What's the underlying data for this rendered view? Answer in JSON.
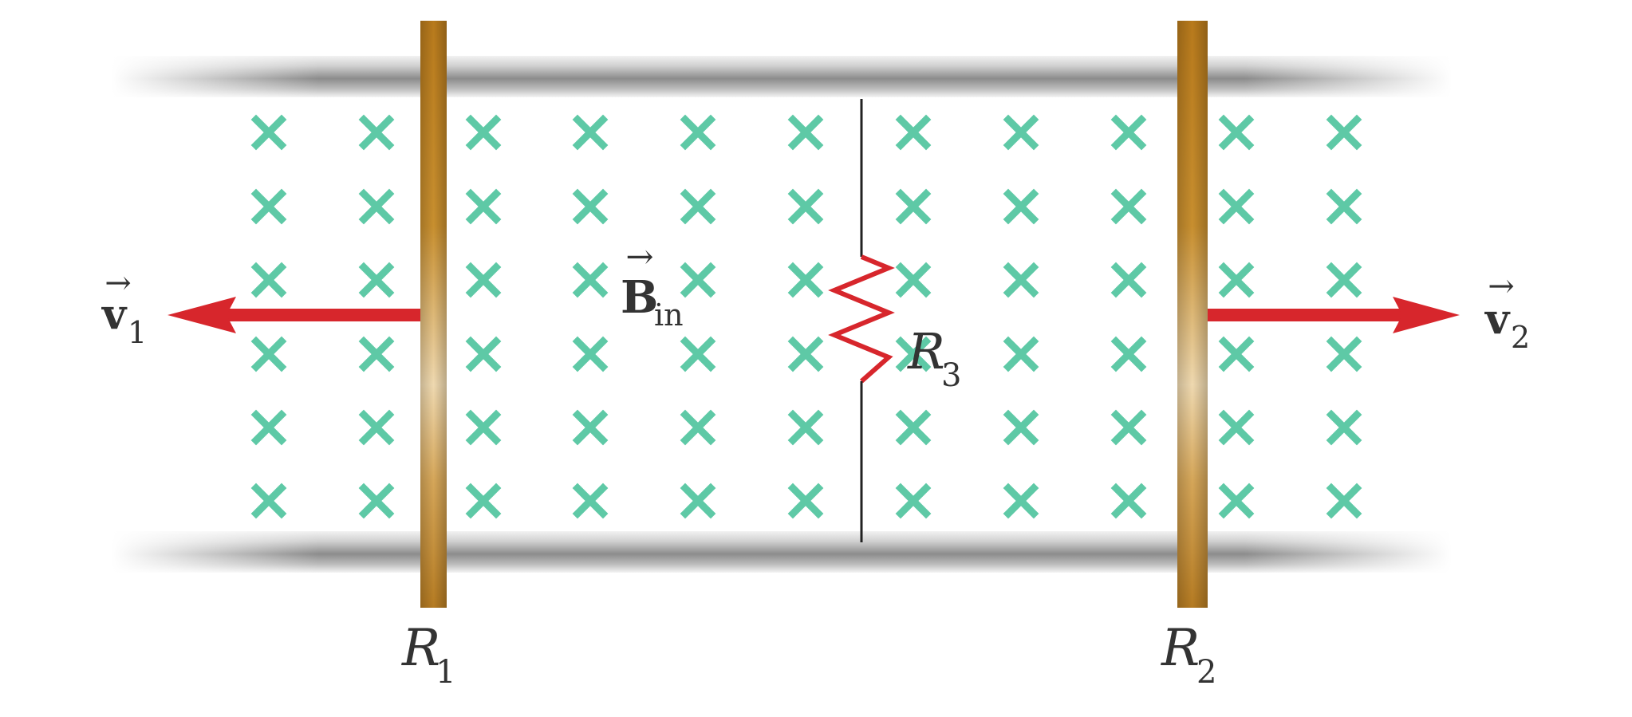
{
  "figure": {
    "resistor_labels": {
      "r1": {
        "base": "R",
        "sub": "1"
      },
      "r2": {
        "base": "R",
        "sub": "2"
      },
      "r3": {
        "base": "R",
        "sub": "3"
      }
    },
    "velocity_labels": {
      "v1": {
        "base": "v",
        "sub": "1"
      },
      "v2": {
        "base": "v",
        "sub": "2"
      }
    },
    "field_label": {
      "base": "B",
      "sub": "in"
    },
    "vector_arrow_glyph": "→",
    "field_symbol": "×",
    "colors": {
      "field_marks": "#5ec9a6",
      "velocity_arrows": "#d7262c",
      "resistor_r3": "#d7262c",
      "bars": "#c58a28",
      "rails": "#9a9a9a",
      "wire": "#222222",
      "labels": "#333333"
    },
    "icons": [
      "field-into-page-x-marks",
      "velocity-arrow",
      "zigzag-resistor",
      "sliding-bar",
      "rail"
    ]
  }
}
